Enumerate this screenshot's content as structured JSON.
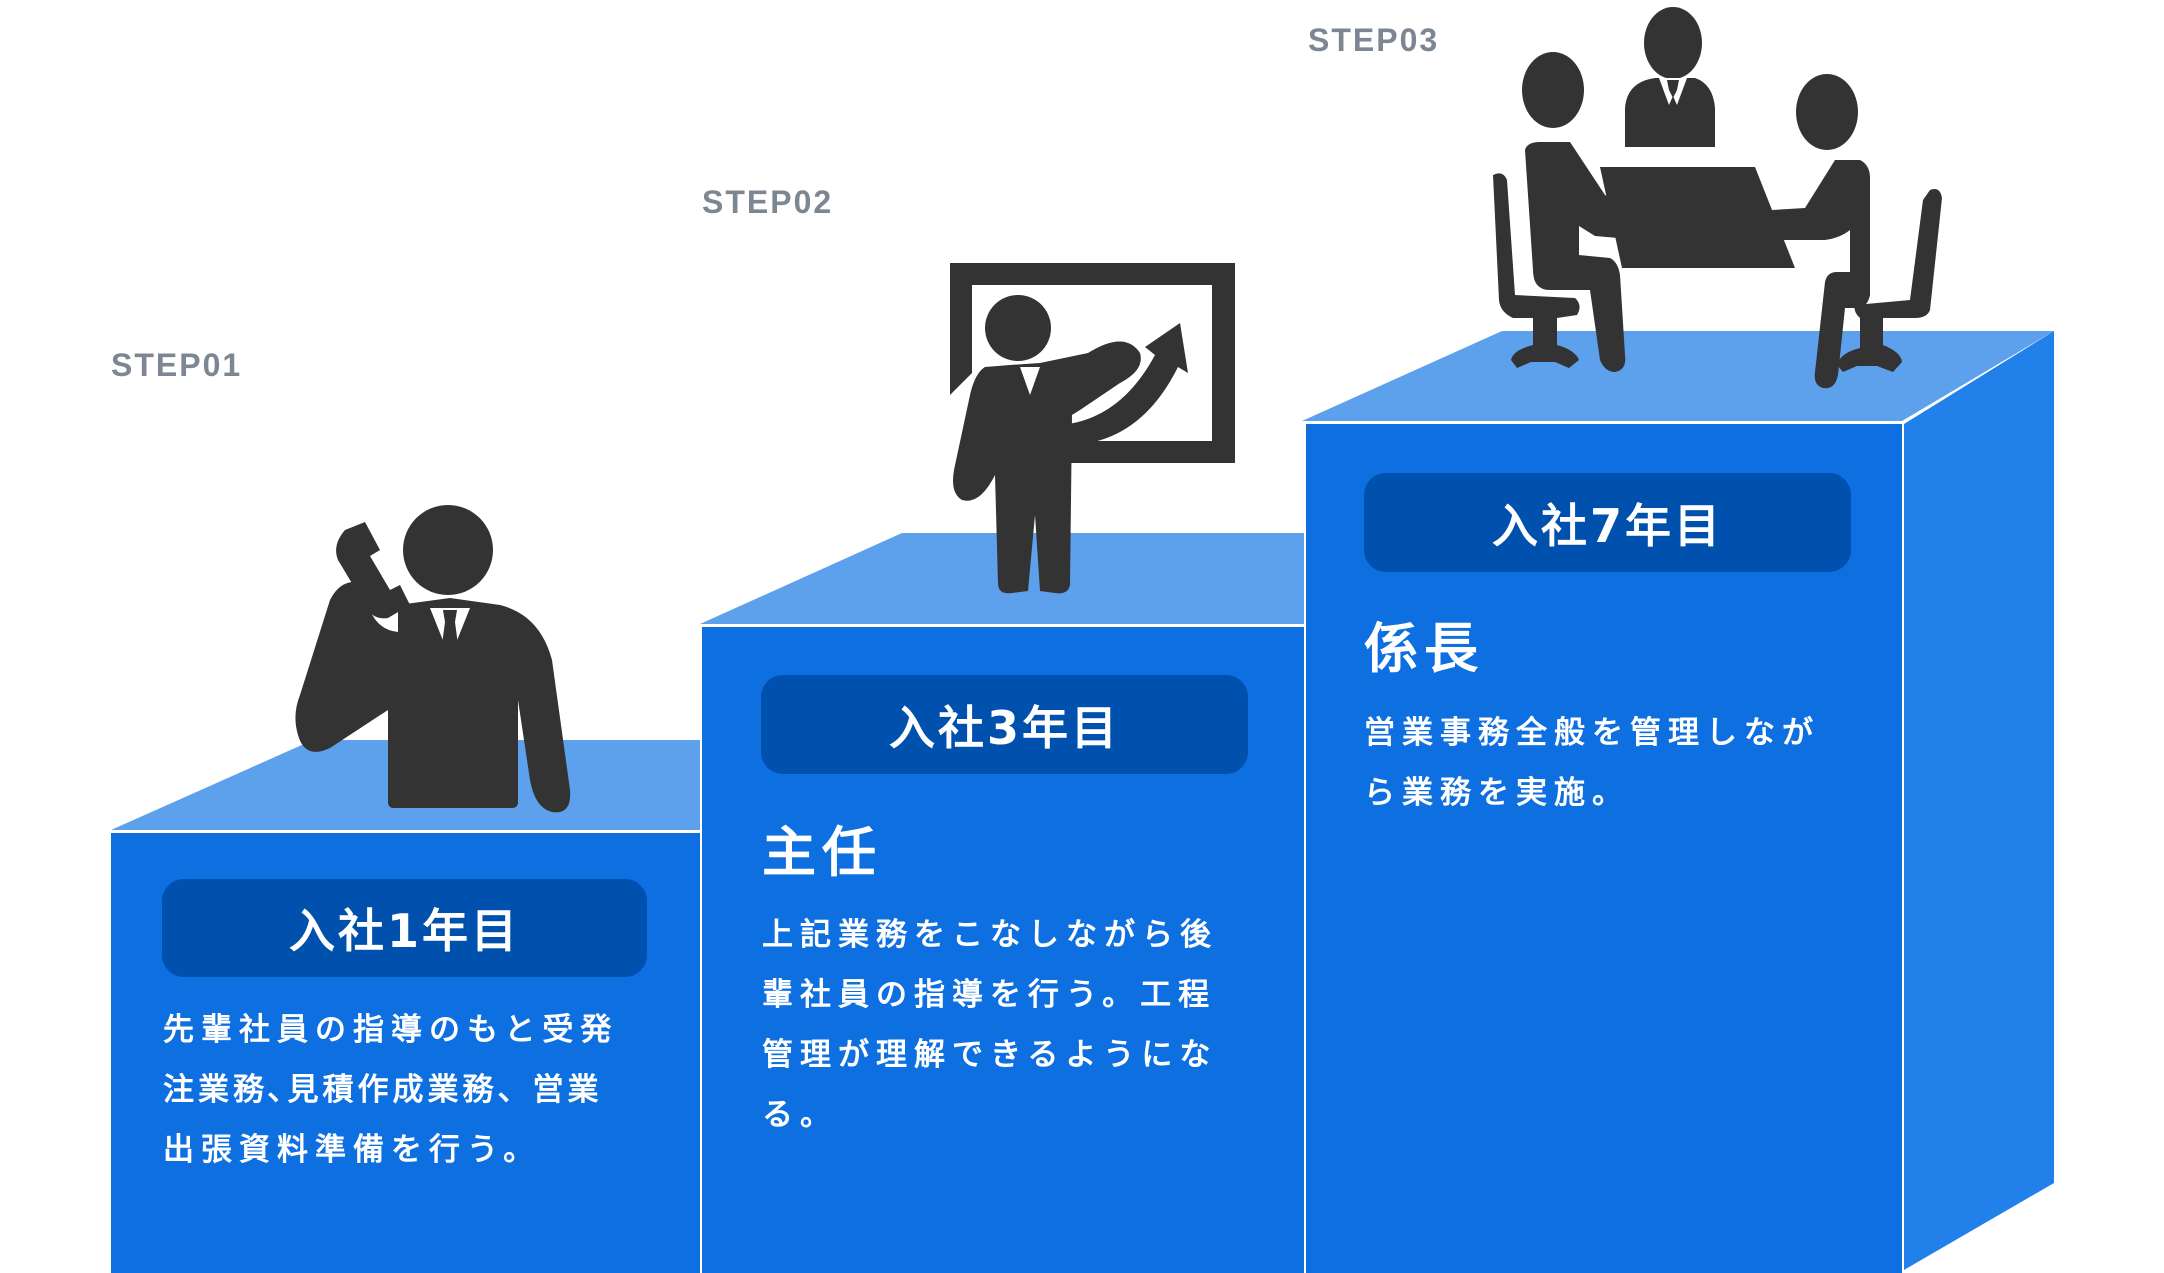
{
  "colors": {
    "front_face": "#0d6fe0",
    "top_face": "#5da0ec",
    "side_face": "#2180ea",
    "badge": "#0050ad",
    "step_label": "#7c8793",
    "figure": "#333333",
    "text": "#ffffff"
  },
  "steps": [
    {
      "step_label": "STEP01",
      "badge": "入社1年目",
      "role": "",
      "description_lines": [
        "先輩社員の指導のもと受発",
        "注業務､見積作成業務、営業",
        "出張資料準備を行う。"
      ],
      "figure_icon": "businessman-phone-icon"
    },
    {
      "step_label": "STEP02",
      "badge": "入社3年目",
      "role": "主任",
      "description_lines": [
        "上記業務をこなしながら後",
        "輩社員の指導を行う。工程",
        "管理が理解できるようにな",
        "る。"
      ],
      "figure_icon": "presenter-whiteboard-icon"
    },
    {
      "step_label": "STEP03",
      "badge": "入社7年目",
      "role": "係長",
      "description_lines": [
        "営業事務全般を管理しなが",
        "ら業務を実施。"
      ],
      "figure_icon": "meeting-table-icon"
    }
  ]
}
